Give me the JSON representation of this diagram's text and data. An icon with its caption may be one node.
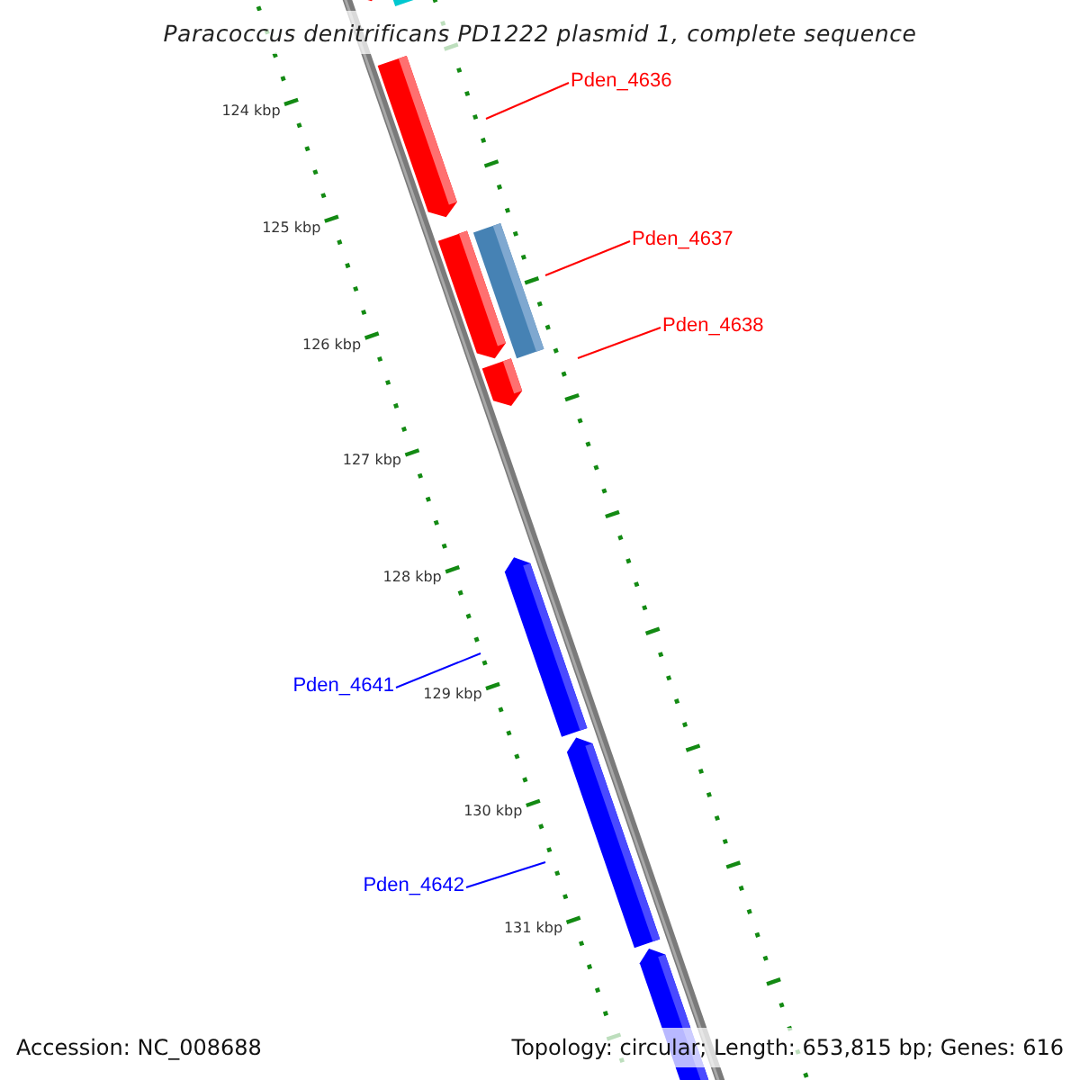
{
  "diagram": {
    "title": "Paracoccus denitrificans PD1222 plasmid 1, complete sequence",
    "nodes": [
      {
        "text": [
          "Pden_4636"
        ]
      },
      {
        "text": [
          "Pden_4637"
        ]
      },
      {
        "text": [
          "Pden_4638"
        ]
      },
      {
        "text": [
          "Pden_4641"
        ]
      },
      {
        "text": [
          "Pden_4642"
        ]
      }
    ],
    "edges": [
      {
        "from": 0,
        "to": null,
        "arrow": "none"
      },
      {
        "from": 1,
        "to": null,
        "arrow": "none"
      },
      {
        "from": 2,
        "to": null,
        "arrow": "none"
      },
      {
        "from": 3,
        "to": null,
        "arrow": "none",
        "color": "#0000ff"
      },
      {
        "from": 4,
        "to": null,
        "arrow": "none",
        "color": "#0000ff"
      }
    ],
    "labels": [
      "124 kbp",
      "125 kbp",
      "126 kbp",
      "127 kbp",
      "128 kbp",
      "129 kbp",
      "130 kbp",
      "131 kbp",
      "Accession: NC_008688",
      "Topology: circular; Length: 653,815 bp; Genes: 616"
    ]
  }
}
